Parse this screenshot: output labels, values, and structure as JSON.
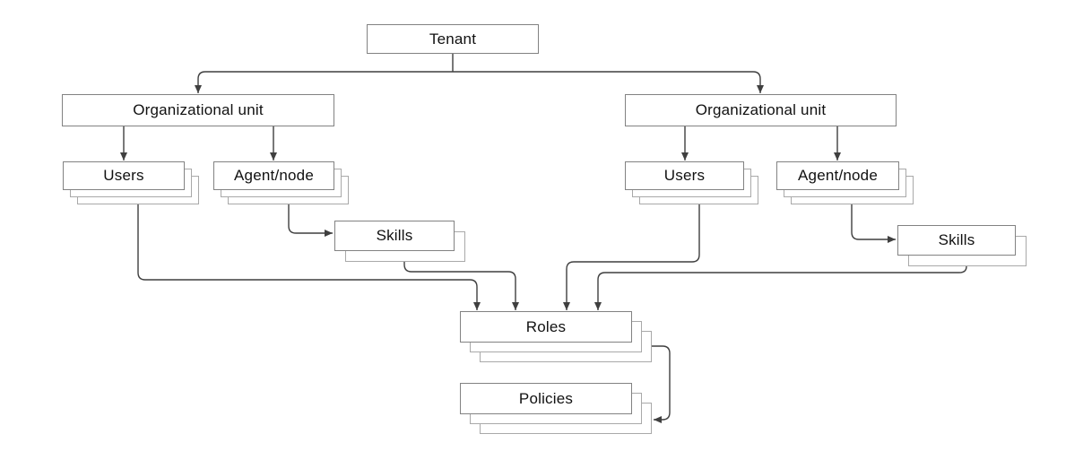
{
  "diagram": {
    "nodes": {
      "tenant": {
        "label": "Tenant"
      },
      "org_unit_left": {
        "label": "Organizational unit"
      },
      "org_unit_right": {
        "label": "Organizational unit"
      },
      "users_left": {
        "label": "Users"
      },
      "agent_node_left": {
        "label": "Agent/node"
      },
      "skills_left": {
        "label": "Skills"
      },
      "users_right": {
        "label": "Users"
      },
      "agent_node_right": {
        "label": "Agent/node"
      },
      "skills_right": {
        "label": "Skills"
      },
      "roles": {
        "label": "Roles"
      },
      "policies": {
        "label": "Policies"
      }
    },
    "edges": [
      {
        "from": "tenant",
        "to": "org_unit_left"
      },
      {
        "from": "tenant",
        "to": "org_unit_right"
      },
      {
        "from": "org_unit_left",
        "to": "users_left"
      },
      {
        "from": "org_unit_left",
        "to": "agent_node_left"
      },
      {
        "from": "agent_node_left",
        "to": "skills_left"
      },
      {
        "from": "org_unit_right",
        "to": "users_right"
      },
      {
        "from": "org_unit_right",
        "to": "agent_node_right"
      },
      {
        "from": "agent_node_right",
        "to": "skills_right"
      },
      {
        "from": "users_left",
        "to": "roles"
      },
      {
        "from": "skills_left",
        "to": "roles"
      },
      {
        "from": "users_right",
        "to": "roles"
      },
      {
        "from": "skills_right",
        "to": "roles"
      },
      {
        "from": "roles",
        "to": "policies"
      }
    ],
    "colors": {
      "background": "#ffffff",
      "box_fill": "#ffffff",
      "box_border": "#828282",
      "stack_shadow_border": "#a9a9a9",
      "connector": "#3f3f3f",
      "text": "#111111"
    }
  }
}
